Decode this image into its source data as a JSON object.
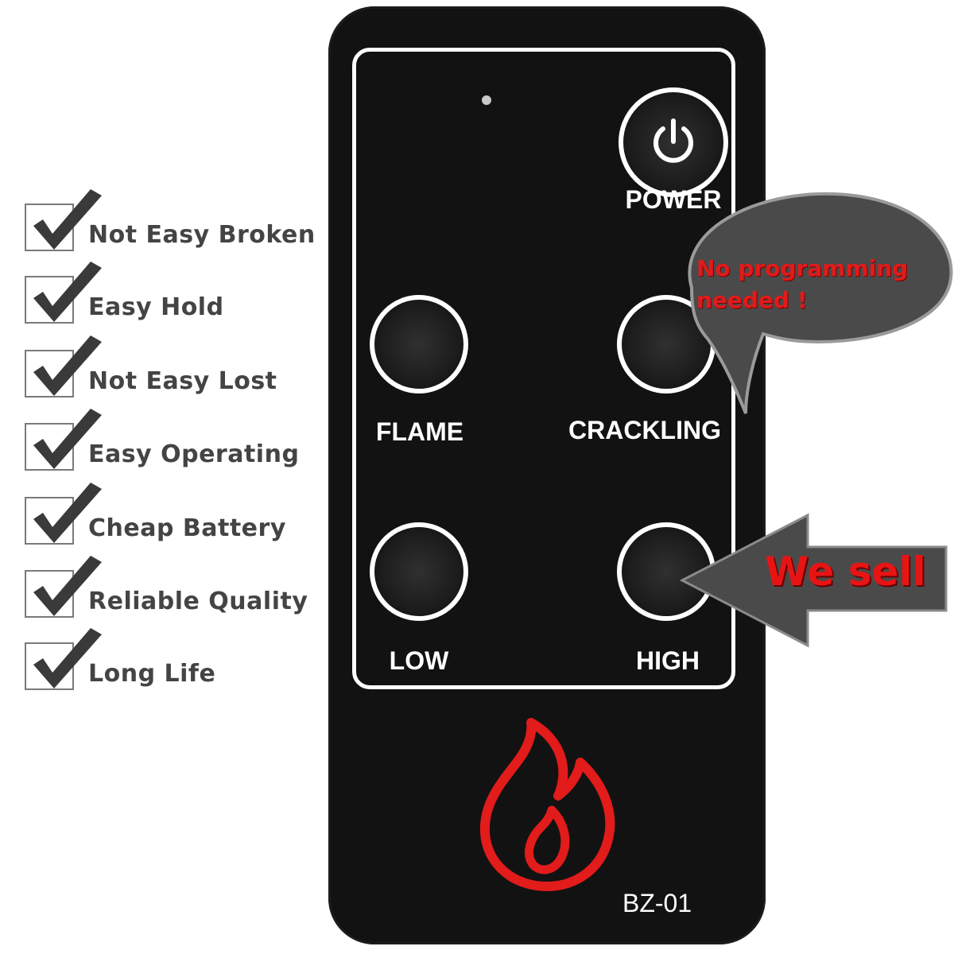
{
  "features": [
    {
      "label": "Not Easy Broken",
      "checked": true
    },
    {
      "label": "Easy Hold",
      "checked": true
    },
    {
      "label": "Not Easy Lost",
      "checked": true
    },
    {
      "label": "Easy Operating",
      "checked": true
    },
    {
      "label": "Cheap Battery",
      "checked": true
    },
    {
      "label": "Reliable Quality",
      "checked": true
    },
    {
      "label": "Long Life",
      "checked": true
    }
  ],
  "remote": {
    "buttons": {
      "power": "POWER",
      "flame": "FLAME",
      "crackling": "CRACKLING",
      "low": "LOW",
      "high": "HIGH"
    },
    "model": "BZ-01",
    "logo_icon": "flame-icon"
  },
  "callouts": {
    "bubble": "No programming needed !",
    "arrow": "We sell"
  },
  "colors": {
    "remote_body": "#121212",
    "accent_red": "#e01b1b",
    "callout_gray": "#4a4a4a",
    "text_gray": "#444444"
  }
}
